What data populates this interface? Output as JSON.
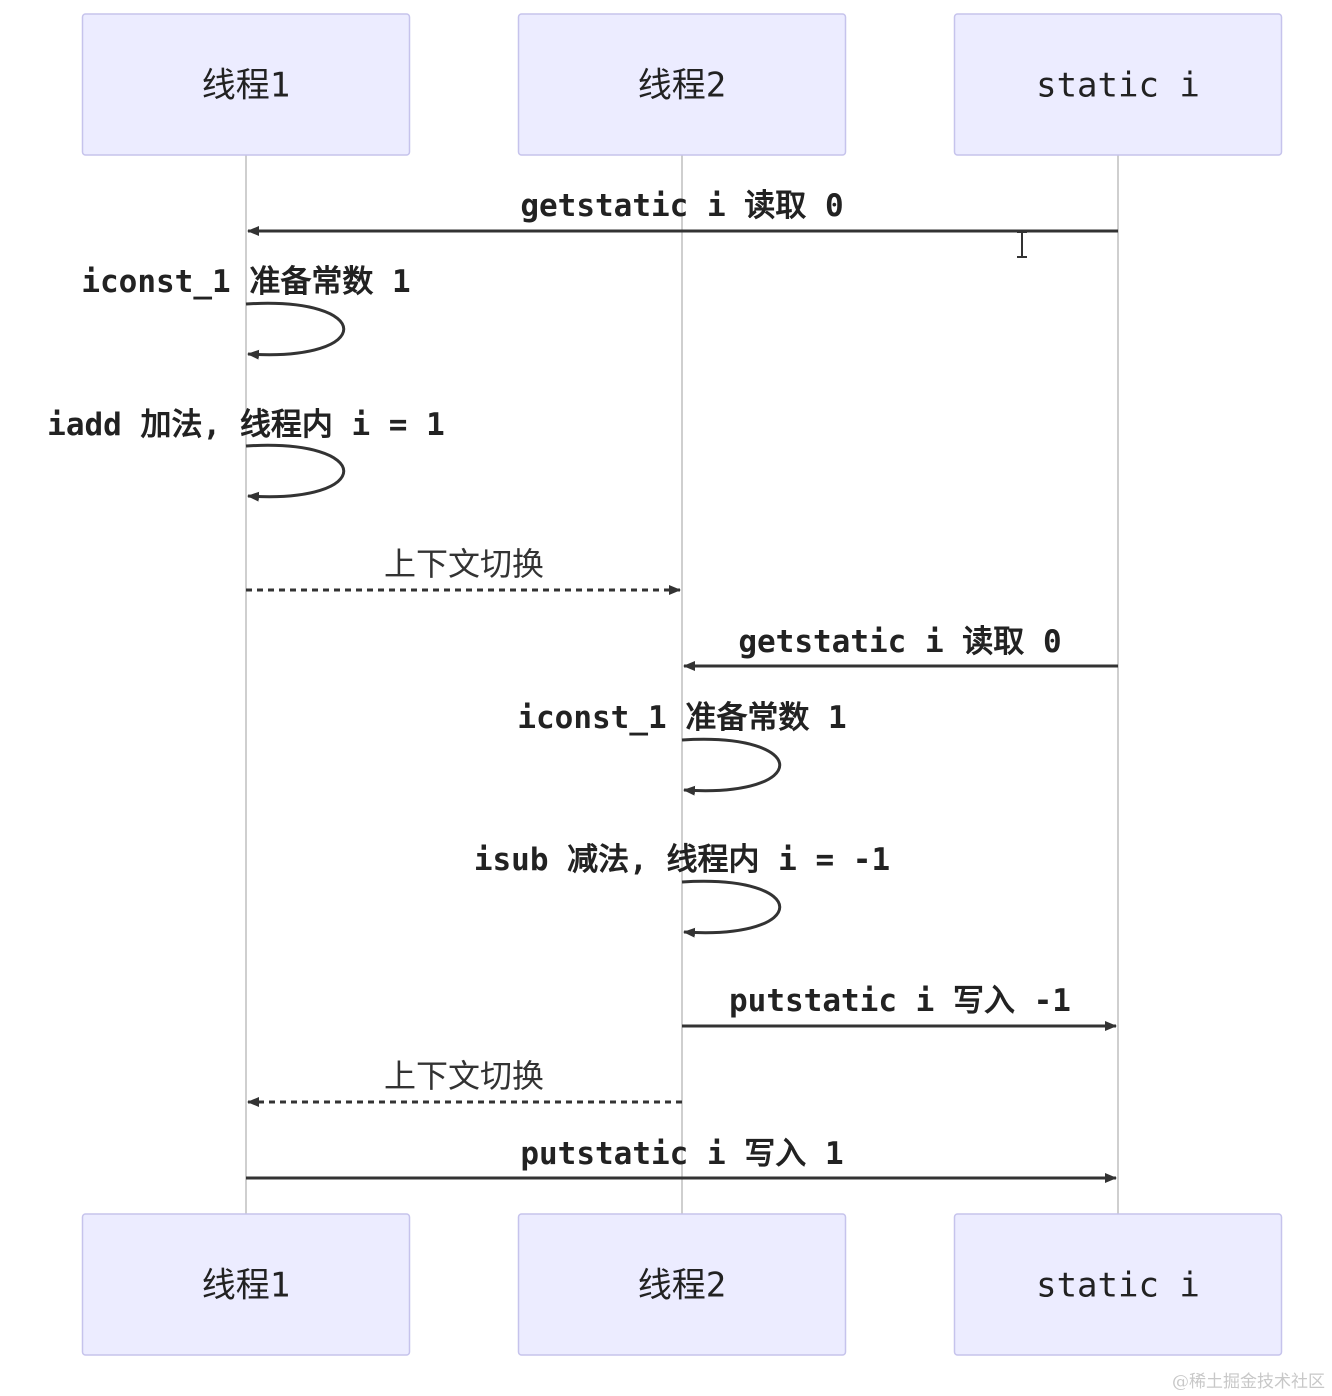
{
  "participants": [
    {
      "id": "t1",
      "label": "线程1"
    },
    {
      "id": "t2",
      "label": "线程2"
    },
    {
      "id": "si",
      "label": "static i"
    }
  ],
  "messages": [
    {
      "from": "si",
      "to": "t1",
      "label": "getstatic i 读取 0",
      "style": "solid"
    },
    {
      "from": "t1",
      "to": "t1",
      "label": "iconst_1 准备常数 1",
      "style": "solid"
    },
    {
      "from": "t1",
      "to": "t1",
      "label": "iadd 加法, 线程内 i = 1",
      "style": "solid"
    },
    {
      "from": "t1",
      "to": "t2",
      "label": "上下文切换",
      "style": "dashed"
    },
    {
      "from": "si",
      "to": "t2",
      "label": "getstatic i 读取 0",
      "style": "solid"
    },
    {
      "from": "t2",
      "to": "t2",
      "label": "iconst_1 准备常数 1",
      "style": "solid"
    },
    {
      "from": "t2",
      "to": "t2",
      "label": "isub 减法, 线程内 i = -1",
      "style": "solid"
    },
    {
      "from": "t2",
      "to": "si",
      "label": "putstatic i 写入 -1",
      "style": "solid"
    },
    {
      "from": "t2",
      "to": "t1",
      "label": "上下文切换",
      "style": "dashed"
    },
    {
      "from": "t1",
      "to": "si",
      "label": "putstatic i 写入 1",
      "style": "solid"
    }
  ],
  "watermark": "@稀土掘金技术社区"
}
